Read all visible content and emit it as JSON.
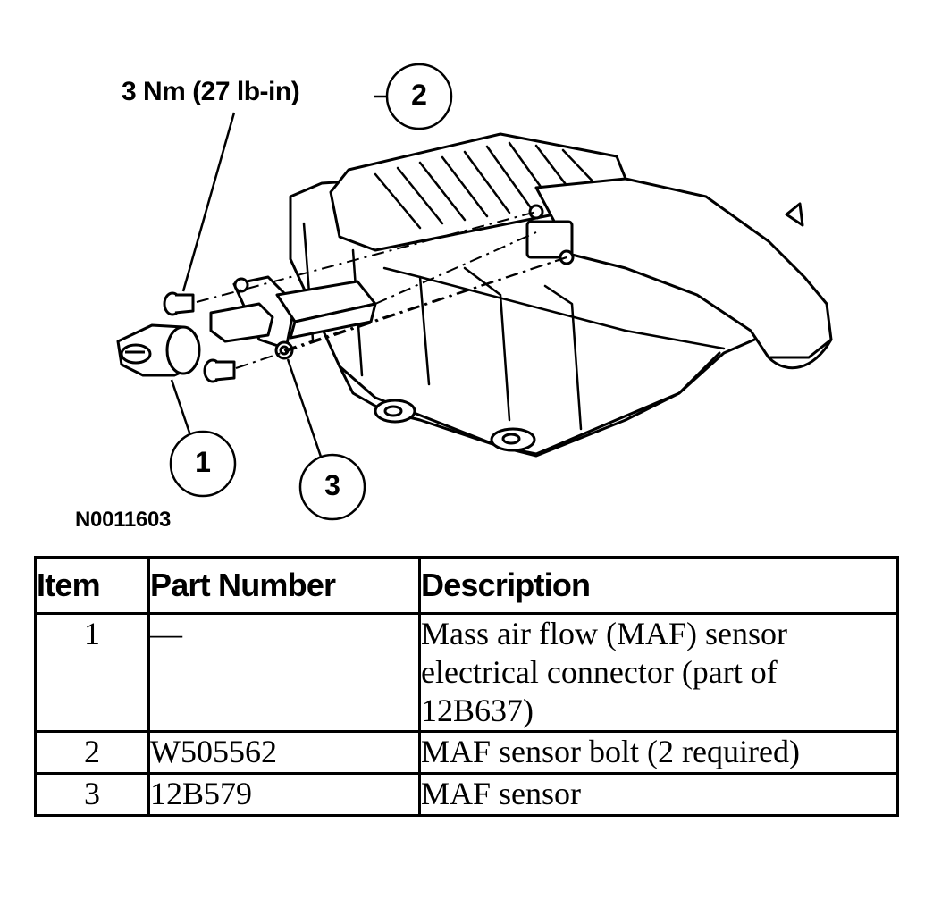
{
  "figure": {
    "torque_spec": "3 Nm (27 lb-in)",
    "figure_id": "N0011603",
    "callouts": [
      "1",
      "2",
      "3"
    ]
  },
  "table": {
    "headers": {
      "item": "Item",
      "part_number": "Part Number",
      "description": "Description"
    },
    "rows": [
      {
        "item": "1",
        "part_number": "—",
        "description": "Mass air flow (MAF) sensor electrical connector (part of 12B637)"
      },
      {
        "item": "2",
        "part_number": "W505562",
        "description": "MAF sensor bolt (2 required)"
      },
      {
        "item": "3",
        "part_number": "12B579",
        "description": "MAF sensor"
      }
    ]
  }
}
